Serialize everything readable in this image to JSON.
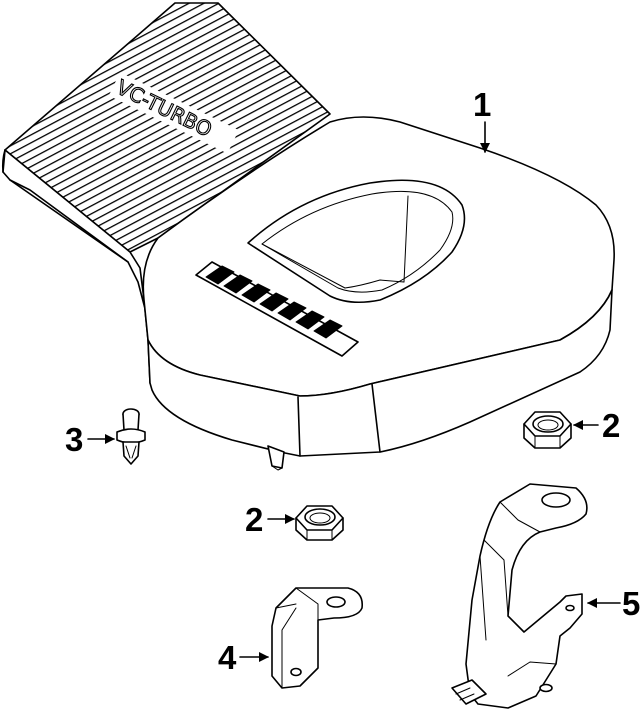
{
  "diagram": {
    "logo_text": "VC-TURBO",
    "callouts": [
      {
        "id": "engine-cover",
        "label": "1"
      },
      {
        "id": "nut-right",
        "label": "2"
      },
      {
        "id": "nut-middle",
        "label": "2"
      },
      {
        "id": "push-clip",
        "label": "3"
      },
      {
        "id": "bracket-small",
        "label": "4"
      },
      {
        "id": "bracket-large",
        "label": "5"
      }
    ]
  }
}
